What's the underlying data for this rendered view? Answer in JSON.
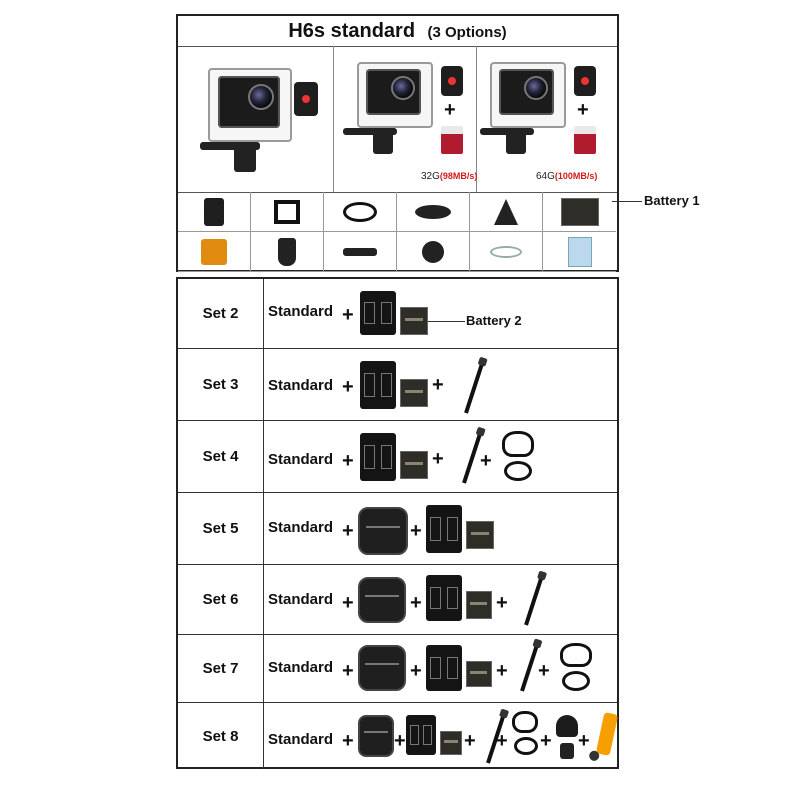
{
  "header": {
    "title": "H6s standard",
    "subtitle": "(3 Options)"
  },
  "options": [
    {
      "card_size": "",
      "card_speed": ""
    },
    {
      "card_size": "32G",
      "card_speed": "(98MB/s)"
    },
    {
      "card_size": "64G",
      "card_speed": "(100MB/s)"
    }
  ],
  "accessories": {
    "items": [
      "remote-strap",
      "frame-mount",
      "handlebar-mount",
      "adhesive-base",
      "mini-tripod",
      "battery",
      "buckle-mount",
      "tripod-adapter",
      "j-hook-arm",
      "vehicle-clip",
      "usb-cable",
      "lens-cloth"
    ],
    "battery_label": "Battery 1"
  },
  "sets": [
    {
      "name": "Set 2",
      "standard": "Standard",
      "battery_label": "Battery 2"
    },
    {
      "name": "Set 3",
      "standard": "Standard"
    },
    {
      "name": "Set 4",
      "standard": "Standard"
    },
    {
      "name": "Set 5",
      "standard": "Standard"
    },
    {
      "name": "Set 6",
      "standard": "Standard"
    },
    {
      "name": "Set 7",
      "standard": "Standard"
    },
    {
      "name": "Set 8",
      "standard": "Standard"
    }
  ],
  "symbols": {
    "plus": "+"
  },
  "colors": {
    "speed_text": "#d01a1a",
    "sd_card": "#b01c2e",
    "float_stick": "#f5a000",
    "remote_button": "#e33333"
  }
}
